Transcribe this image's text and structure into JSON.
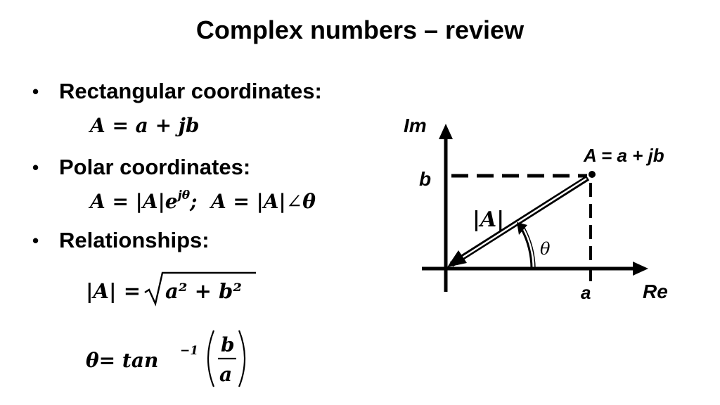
{
  "slide": {
    "title": "Complex numbers – review",
    "bullets": [
      {
        "label": "Rectangular coordinates:"
      },
      {
        "label": "Polar coordinates:"
      },
      {
        "label": "Relationships:"
      }
    ],
    "bullet_glyph": "•",
    "equations": {
      "rectangular": "A = a + jb",
      "polar_exp_base": "A = |A|e",
      "polar_exp_power": "jθ",
      "polar_sep": ";",
      "polar_angle_lhs": "A = |A|",
      "polar_angle_symbol": "∠",
      "polar_angle_var": "θ",
      "magnitude_lhs": "|A| =",
      "magnitude_radicand": "a² + b²",
      "angle_lhs": "θ= tan",
      "angle_power": "−1",
      "angle_numerator": "b",
      "angle_denominator": "a"
    }
  },
  "diagram": {
    "imag_axis_label": "Im",
    "real_axis_label": "Re",
    "point_label": "A = a + jb",
    "b_label": "b",
    "a_label": "a",
    "magnitude_label": "|A|",
    "angle_label": "θ"
  }
}
